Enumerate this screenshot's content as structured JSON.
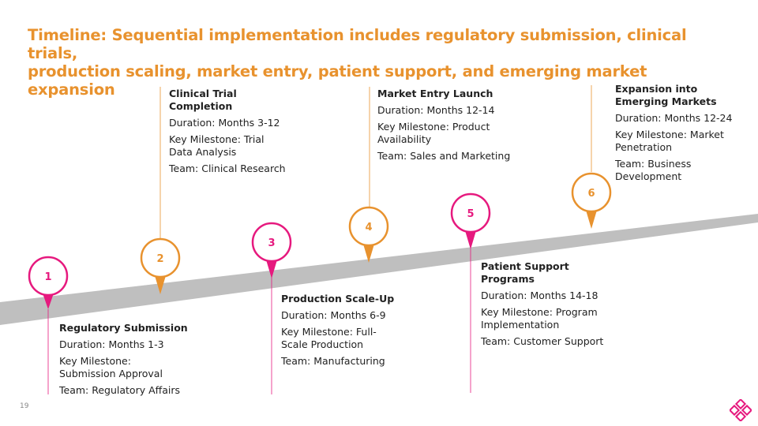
{
  "title": {
    "line1": "Timeline: Sequential implementation includes regulatory submission, clinical trials,",
    "line2": "production scaling, market entry, patient support, and emerging market expansion"
  },
  "colors": {
    "title": "#E8922E",
    "magenta": "#E6197E",
    "orange": "#E8922E",
    "road": "#BFBFBF"
  },
  "milestones": [
    {
      "num": "1",
      "color": "magenta",
      "title": [
        "Regulatory Submission"
      ],
      "duration": "Duration: Months 1-3",
      "milestone": [
        "Key Milestone:",
        "Submission Approval"
      ],
      "team": "Team: Regulatory Affairs"
    },
    {
      "num": "2",
      "color": "orange",
      "title": [
        "Clinical Trial",
        "Completion"
      ],
      "duration": "Duration: Months 3-12",
      "milestone": [
        "Key Milestone: Trial",
        "Data Analysis"
      ],
      "team": "Team: Clinical Research"
    },
    {
      "num": "3",
      "color": "magenta",
      "title": [
        "Production Scale-Up"
      ],
      "duration": "Duration: Months 6-9",
      "milestone": [
        "Key Milestone: Full-",
        "Scale Production"
      ],
      "team": "Team: Manufacturing"
    },
    {
      "num": "4",
      "color": "orange",
      "title": [
        "Market Entry Launch"
      ],
      "duration": "Duration: Months 12-14",
      "milestone": [
        "Key Milestone: Product",
        "Availability"
      ],
      "team": "Team: Sales and Marketing"
    },
    {
      "num": "5",
      "color": "magenta",
      "title": [
        "Patient Support",
        "Programs"
      ],
      "duration": "Duration: Months 14-18",
      "milestone": [
        "Key Milestone: Program",
        "Implementation"
      ],
      "team": "Team: Customer Support"
    },
    {
      "num": "6",
      "color": "orange",
      "title": [
        "Expansion into",
        "Emerging Markets"
      ],
      "duration": "Duration: Months 12-24",
      "milestone": [
        "Key Milestone: Market",
        "Penetration"
      ],
      "team": "Team: Business",
      "team2": "Development"
    }
  ],
  "page_number": "19"
}
